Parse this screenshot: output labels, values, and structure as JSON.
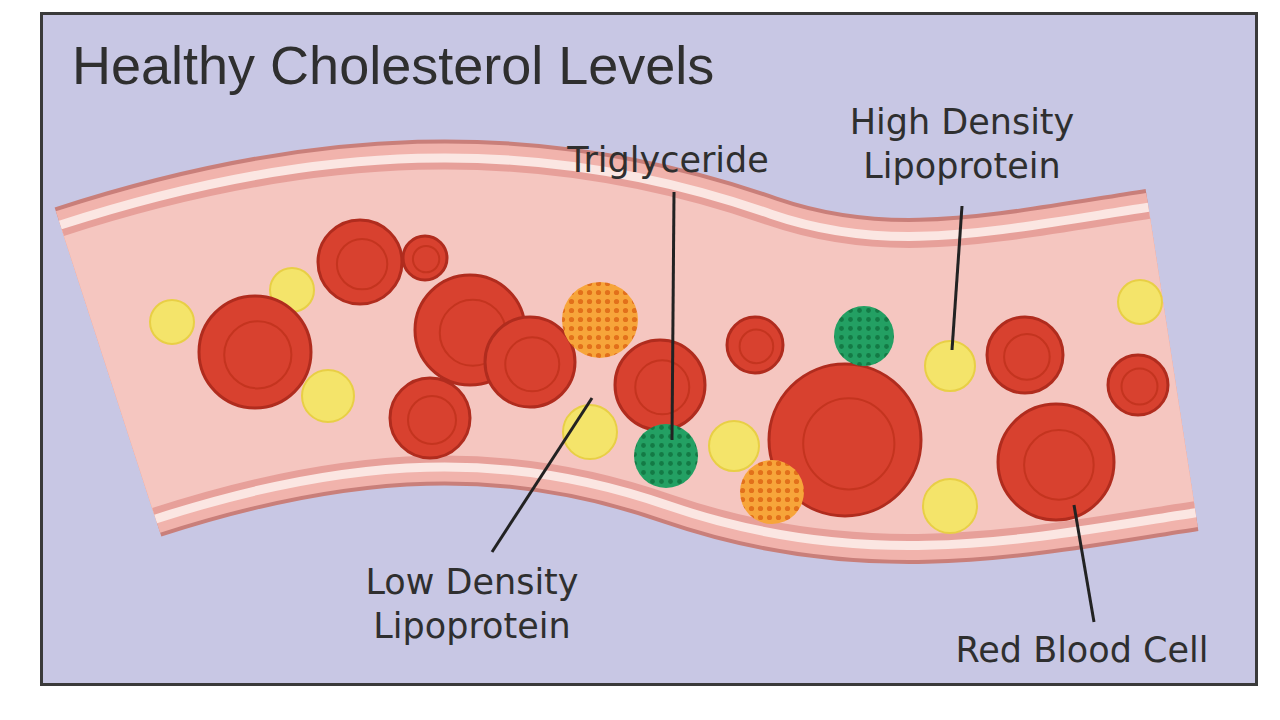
{
  "diagram": {
    "title": "Healthy Cholesterol Levels",
    "labels": [
      "Triglyceride",
      "High Density Lipoprotein",
      "Low Density Lipoprotein",
      "Red Blood Cell"
    ]
  }
}
